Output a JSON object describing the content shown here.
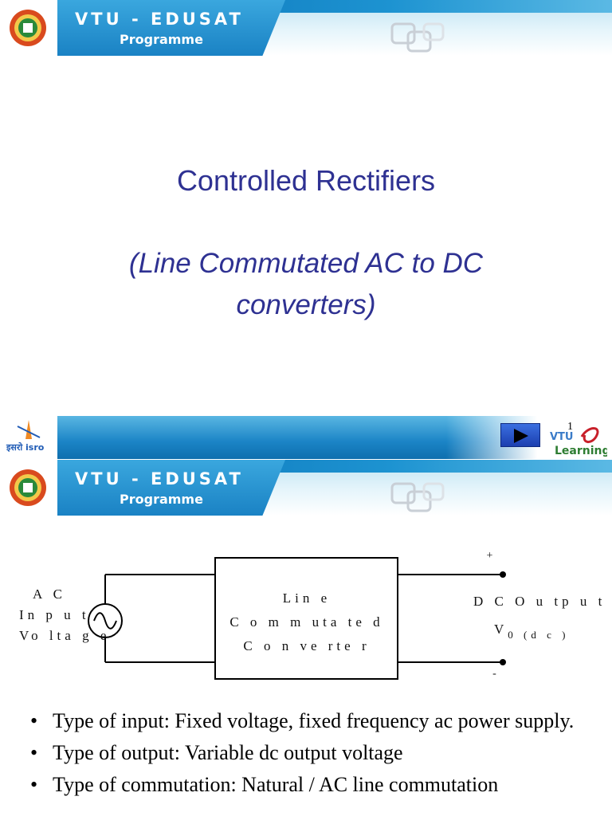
{
  "header": {
    "title_line1": "VTU - EDUSAT",
    "title_line2": "Programme"
  },
  "slide1": {
    "title": "Controlled Rectifiers",
    "subtitle_line1": "(Line Commutated AC to DC",
    "subtitle_line2": "converters)"
  },
  "footer": {
    "isro_label": "इसरो isro",
    "page_number": "1",
    "elearning_top": "VTU",
    "elearning_bottom": "Learning"
  },
  "diagram": {
    "input_label": [
      "A C",
      "In p u t",
      "Vo lta g e"
    ],
    "block_label": [
      "Lin e",
      "C o m m uta te d",
      "C o n ve rte r"
    ],
    "output_label": "D C  O u tp u t",
    "output_symbol": "V",
    "output_subscript": "0 (d c )",
    "plus": "+",
    "minus": "-"
  },
  "bullets": [
    "Type of input: Fixed voltage, fixed frequency ac power supply.",
    "Type of output: Variable dc output voltage",
    "Type of commutation: Natural / AC line commutation"
  ],
  "colors": {
    "title_blue": "#2e3192",
    "header_blue": "#1a82c4"
  }
}
